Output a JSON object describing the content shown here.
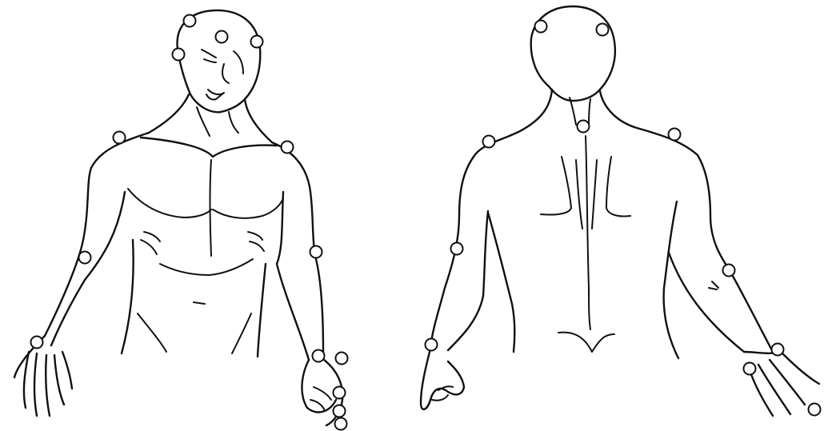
{
  "figure": {
    "line_color": "#111111",
    "background": "#ffffff",
    "marker_fill": "#ffffff",
    "views": [
      {
        "id": "front",
        "marker_count": 14
      },
      {
        "id": "back",
        "marker_count": 11
      }
    ]
  }
}
